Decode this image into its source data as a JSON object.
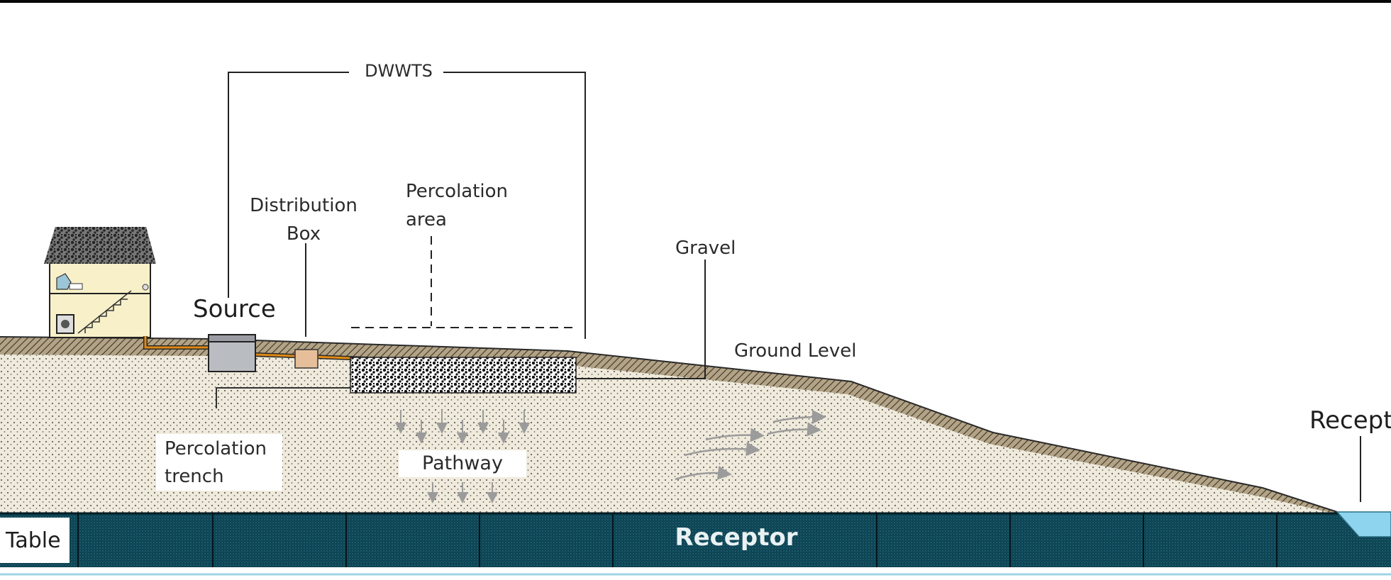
{
  "labels": {
    "dwwts": "DWWTS",
    "distribution_box_line1": "Distribution",
    "distribution_box_line2": "Box",
    "percolation_area_line1": "Percolation",
    "percolation_area_line2": "area",
    "source": "Source",
    "gravel": "Gravel",
    "ground_level": "Ground Level",
    "percolation_trench_line1": "Percolation",
    "percolation_trench_line2": "trench",
    "pathway": "Pathway",
    "receptor_partial": "Recept",
    "table_partial": "Table",
    "receptor_aquifer": "Receptor"
  },
  "colors": {
    "top_bar": "#060606",
    "soil_fill": "#efeadb",
    "topsoil_band": "#a8977a",
    "aquifer": "#0e4352",
    "water": "#8fd4ee",
    "pipe": "#e08a12",
    "septic_tank": "#b9bcc1",
    "distribution_box": "#e6bf9a",
    "house_wall": "#f7f0c9",
    "label_text": "#2b2b2b",
    "receptor_text": "#e9f1f3"
  },
  "icons": [
    "house-icon",
    "septic-tank-icon",
    "distribution-box-icon",
    "gravel-bed-icon",
    "flow-arrow-icon",
    "stream-icon"
  ]
}
